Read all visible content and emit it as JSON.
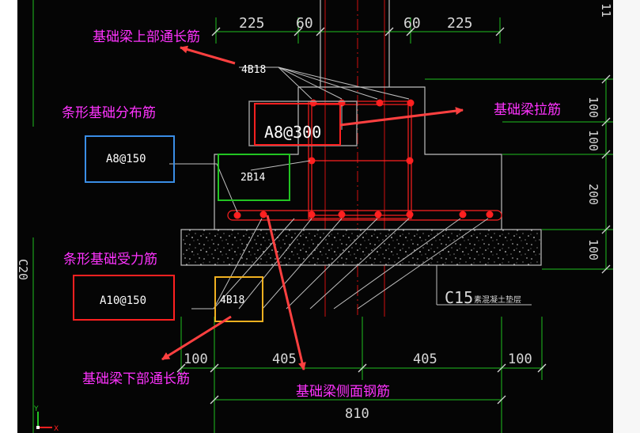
{
  "colors": {
    "background": "#050505",
    "annotation_text": "#ff33ff",
    "arrow": "#ff4040",
    "rebar": "#ff2020",
    "concrete_outline": "#bfbfbf",
    "dimension_lines": "#1fbf1f",
    "axis_line": "#d01010"
  },
  "annotations": {
    "top_longitudinal": "基础梁上部通长筋",
    "strip_distribution": "条形基础分布筋",
    "tie_bar": "基础梁拉筋",
    "strip_main": "条形基础受力筋",
    "bottom_longitudinal": "基础梁下部通长筋",
    "side_face": "基础梁侧面钢筋"
  },
  "rebar_labels": {
    "top_bars": "4B18",
    "tie": "A8@300",
    "distribution": "A8@150",
    "side_bars": "2B14",
    "main": "A10@150",
    "bottom_bars": "4B18"
  },
  "dimensions": {
    "top_left_outer": "225",
    "top_left_inner": "60",
    "top_right_inner": "60",
    "top_right_outer": "225",
    "right_upper": "100",
    "right_mid": "100",
    "right_lower": "200",
    "right_bottom": "100",
    "bottom_left_edge": "100",
    "bottom_left_half": "405",
    "bottom_right_half": "405",
    "bottom_right_edge": "100",
    "total_width": "810",
    "left_side": "C20",
    "top_right_partial": "11"
  },
  "cushion_label": {
    "grade": "C15",
    "text": "素混凝土垫层"
  },
  "ucs": {
    "x_label": "X",
    "y_label": "Y"
  }
}
